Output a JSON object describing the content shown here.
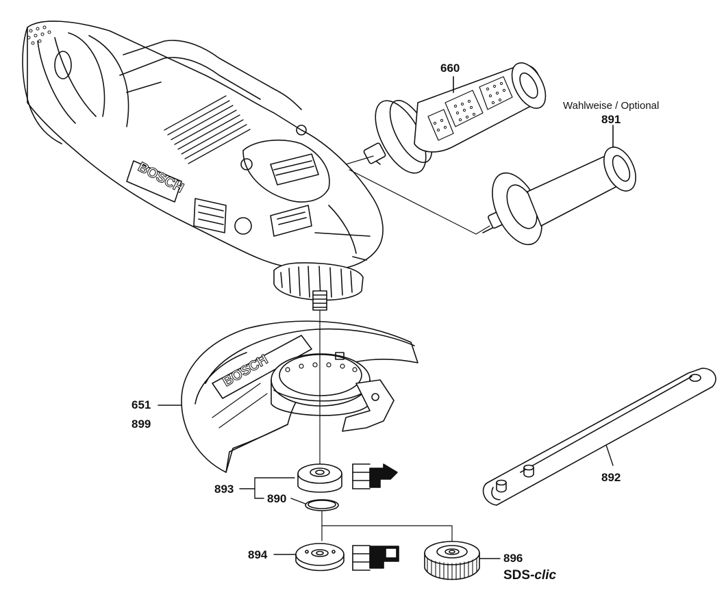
{
  "diagram": {
    "brand_logo": "BOSCH",
    "guard_logo": "BOSCH",
    "optional_label": "Wahlweise / Optional",
    "sds_label": "SDS-",
    "sds_clic": "clic",
    "parts": [
      {
        "id": "660"
      },
      {
        "id": "891"
      },
      {
        "id": "651"
      },
      {
        "id": "899"
      },
      {
        "id": "893"
      },
      {
        "id": "890"
      },
      {
        "id": "892"
      },
      {
        "id": "894"
      },
      {
        "id": "896"
      }
    ]
  }
}
